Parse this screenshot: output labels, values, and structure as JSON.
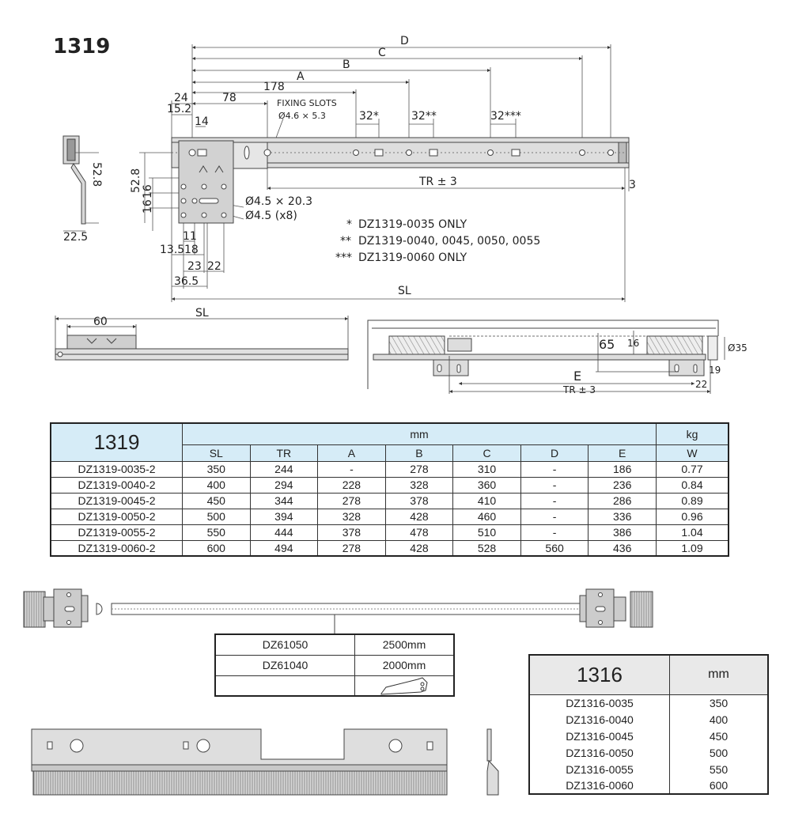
{
  "title": "1319",
  "dims_top": {
    "D": "D",
    "C": "C",
    "B": "B",
    "A": "A",
    "d178": "178",
    "d78": "78",
    "d24": "24",
    "d15_2": "15.2",
    "d14": "14",
    "fixing_slots": "FIXING SLOTS",
    "fixing_size": "Ø4.6 × 5.3",
    "p32a": "32*",
    "p32b": "32**",
    "p32c": "32***",
    "tr": "TR ± 3",
    "d3": "3",
    "d52_8": "52.8",
    "d16a": "16",
    "d16b": "16",
    "slot": "Ø4.5 × 20.3",
    "holes": "Ø4.5 (x8)",
    "d11": "11",
    "d13_5": "13.5",
    "d18": "18",
    "d23": "23",
    "d22": "22",
    "d36_5": "36.5",
    "sl": "SL",
    "side_52_8": "52.8",
    "side_22_5": "22.5"
  },
  "notes": [
    {
      "mark": "*",
      "text": "DZ1319-0035 ONLY"
    },
    {
      "mark": "**",
      "text": "DZ1319-0040, 0045, 0050, 0055"
    },
    {
      "mark": "***",
      "text": "DZ1319-0060 ONLY"
    }
  ],
  "dims_mid": {
    "sl": "SL",
    "d60": "60",
    "d65": "65",
    "d16": "16",
    "d35": "Ø35",
    "d19": "19",
    "e": "E",
    "tr": "TR ± 3",
    "d22": "22"
  },
  "table_1319": {
    "title": "1319",
    "unit_mm": "mm",
    "unit_kg": "kg",
    "columns": [
      "SL",
      "TR",
      "A",
      "B",
      "C",
      "D",
      "E",
      "W"
    ],
    "rows": [
      [
        "DZ1319-0035-2",
        "350",
        "244",
        "-",
        "278",
        "310",
        "-",
        "186",
        "0.77"
      ],
      [
        "DZ1319-0040-2",
        "400",
        "294",
        "228",
        "328",
        "360",
        "-",
        "236",
        "0.84"
      ],
      [
        "DZ1319-0045-2",
        "450",
        "344",
        "278",
        "378",
        "410",
        "-",
        "286",
        "0.89"
      ],
      [
        "DZ1319-0050-2",
        "500",
        "394",
        "328",
        "428",
        "460",
        "-",
        "336",
        "0.96"
      ],
      [
        "DZ1319-0055-2",
        "550",
        "444",
        "378",
        "478",
        "510",
        "-",
        "386",
        "1.04"
      ],
      [
        "DZ1319-0060-2",
        "600",
        "494",
        "278",
        "428",
        "528",
        "560",
        "436",
        "1.09"
      ]
    ]
  },
  "rod_table": {
    "rows": [
      [
        "DZ61050",
        "2500mm"
      ],
      [
        "DZ61040",
        "2000mm"
      ]
    ],
    "saw_icon": "saw-icon"
  },
  "table_1316": {
    "title": "1316",
    "unit": "mm",
    "rows": [
      [
        "DZ1316-0035",
        "350"
      ],
      [
        "DZ1316-0040",
        "400"
      ],
      [
        "DZ1316-0045",
        "450"
      ],
      [
        "DZ1316-0050",
        "500"
      ],
      [
        "DZ1316-0055",
        "550"
      ],
      [
        "DZ1316-0060",
        "600"
      ]
    ]
  }
}
